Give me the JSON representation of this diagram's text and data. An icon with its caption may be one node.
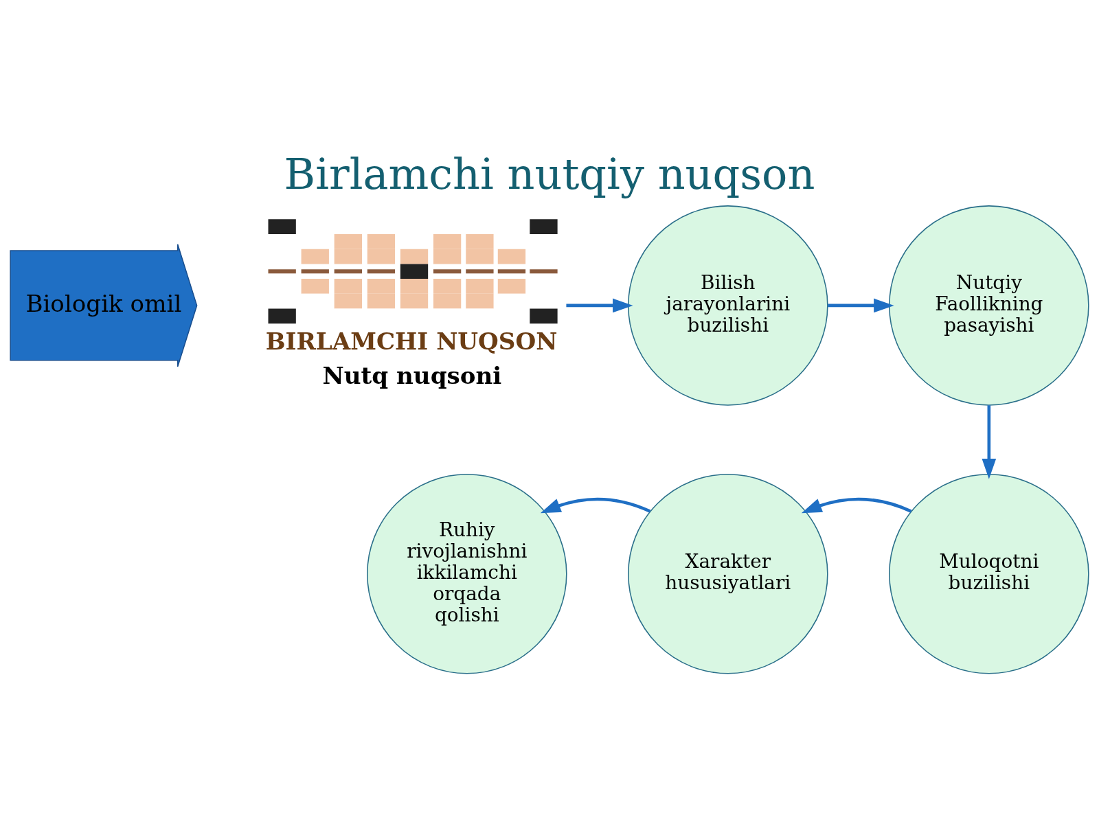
{
  "diagram": {
    "title": "Birlamchi nutqiy nuqson",
    "nodes": [
      {
        "text": [
          "Biologik omil"
        ]
      },
      {
        "text": [],
        "shape": "picture",
        "beside": [
          "BIRLAMCHI NUQSON",
          "Nutq nuqsoni"
        ]
      },
      {
        "text": [
          "Bilish jarayonlarini buzilishi"
        ]
      },
      {
        "text": [
          "Nutqiy Faollikning pasayishi"
        ]
      },
      {
        "text": [
          "Muloqotni buzilishi"
        ]
      },
      {
        "text": [
          "Xarakter hususiyatlari"
        ]
      },
      {
        "text": [
          "Ruhiy rivojlanishni ikkilamchi orqada qolishi"
        ]
      }
    ],
    "edges": [
      {
        "from": 1,
        "to": 2,
        "arrow": "to"
      },
      {
        "from": 2,
        "to": 3,
        "arrow": "to"
      },
      {
        "from": 3,
        "to": 4,
        "arrow": "to"
      },
      {
        "from": 4,
        "to": 5,
        "arrow": "to"
      },
      {
        "from": 5,
        "to": 6,
        "arrow": "to"
      }
    ]
  }
}
